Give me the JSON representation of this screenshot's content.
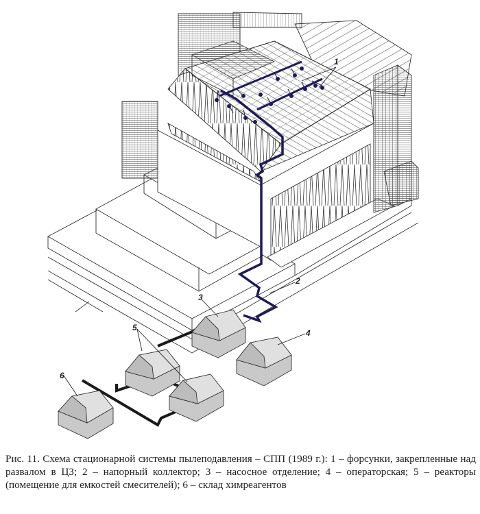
{
  "figure": {
    "title": "Схема стационарной системы пылеподавления – СПП (1989 г.)",
    "pipe_color": "#1f1a5a",
    "line_color": "#333333",
    "building_fill": "#d4d4d4",
    "labels": {
      "l1": "1",
      "l2": "2",
      "l3": "3",
      "l4": "4",
      "l5": "5",
      "l6": "6"
    }
  },
  "caption": {
    "text": "Рис. 11. Схема стационарной системы пылеподавления – СПП (1989 г.): 1 – форсунки, закрепленные над развалом в ЦЗ; 2 – напорный коллектор; 3 – насосное отделение; 4 – операторская; 5 – реакторы (помещение для емкостей смесителей); 6 – склад химреагентов"
  },
  "legend": [
    {
      "num": "1",
      "desc": "форсунки, закрепленные над развалом в ЦЗ"
    },
    {
      "num": "2",
      "desc": "напорный коллектор"
    },
    {
      "num": "3",
      "desc": "насосное отделение"
    },
    {
      "num": "4",
      "desc": "операторская"
    },
    {
      "num": "5",
      "desc": "реакторы (помещение для емкостей смесителей)"
    },
    {
      "num": "6",
      "desc": "склад химреагентов"
    }
  ]
}
